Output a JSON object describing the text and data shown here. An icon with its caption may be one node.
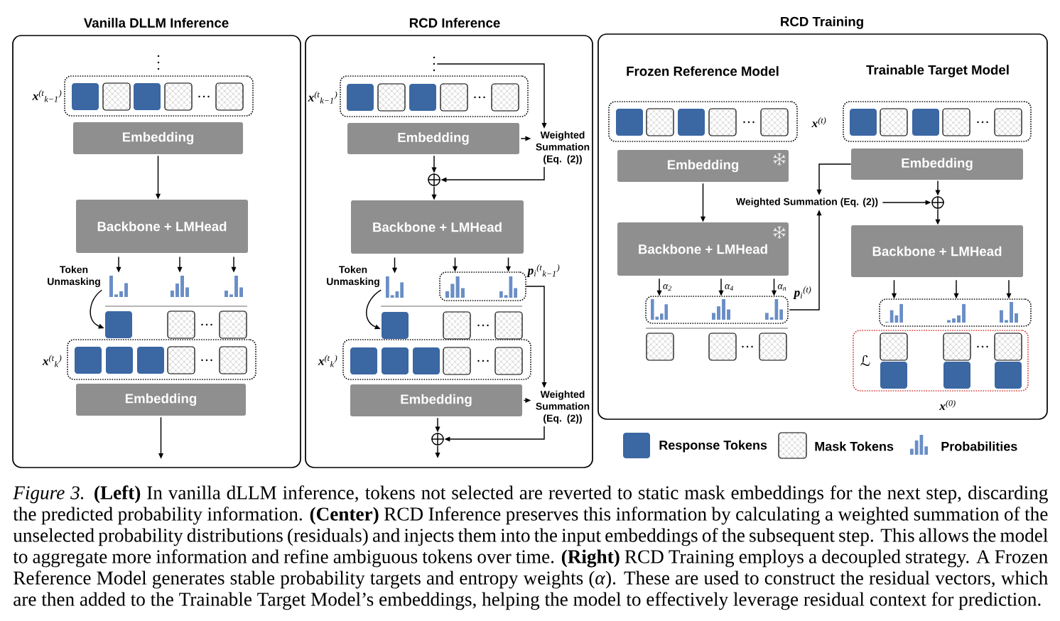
{
  "diagram": {
    "caption": "*Figure 3.* **(Left)** In vanilla dLLM inference, tokens not selected are reverted to static mask embeddings for the next step, discarding the predicted probability information. **(Center)** RCD Inference preserves this information by calculating a weighted summation of the unselected probability distributions (residuals) and injects them into the input embeddings of the subsequent step. This allows the model to aggregate more information and refine ambiguous tokens over time. **(Right)** RCD Training employs a decoupled strategy. A Frozen Reference Model generates stable probability targets and entropy weights (*α*). These are used to construct the residual vectors, which are then added to the Trainable Target Model’s embeddings, helping the model to effectively leverage residual context for prediction.",
    "nodes": [
      {
        "text": [
          "Vanilla DLLM Inference"
        ]
      },
      {
        "text": [],
        "shape": "box",
        "beside": [
          "**x**$^{(t}$$_{k−1}$$^{)}$"
        ],
        "in": 0
      },
      {
        "text": [
          "Embedding"
        ],
        "in": 0
      },
      {
        "text": [
          "Backbone + LMHead"
        ],
        "in": 0
      },
      {
        "text": [
          "Token Unmasking"
        ],
        "in": 0
      },
      {
        "text": [],
        "shape": "picture",
        "in": 0
      },
      {
        "text": [],
        "shape": "picture",
        "in": 0
      },
      {
        "text": [],
        "shape": "picture",
        "in": 0
      },
      {
        "text": [],
        "shape": "box",
        "in": 0
      },
      {
        "text": [],
        "shape": "box",
        "in": 0
      },
      {
        "text": [],
        "shape": "box",
        "in": 0
      },
      {
        "text": [],
        "shape": "box",
        "beside": [
          "**x**$^{(t}$$_{k}$$^{)}$"
        ],
        "in": 0
      },
      {
        "text": [
          "Embedding"
        ],
        "in": 0
      },
      {
        "text": [
          "RCD Inference"
        ]
      },
      {
        "text": [],
        "shape": "picture",
        "in": 13
      },
      {
        "text": [],
        "shape": "box",
        "beside": [
          "**x**$^{(t}$$_{k−1}$$^{)}$"
        ],
        "in": 13
      },
      {
        "text": [
          "Embedding"
        ],
        "in": 13
      },
      {
        "text": [
          "Weighted Summation (Eq. (2))"
        ],
        "in": 13
      },
      {
        "text": [],
        "shape": "circle",
        "in": 13
      },
      {
        "text": [
          "Backbone + LMHead"
        ],
        "in": 13
      },
      {
        "text": [
          "Token Unmasking"
        ],
        "in": 13
      },
      {
        "text": [],
        "shape": "picture",
        "in": 13
      },
      {
        "text": [],
        "shape": "box",
        "beside": [
          "**p**$_{i}$$^{(t}$$_{k−1}$$^{)}$"
        ],
        "in": 13
      },
      {
        "text": [],
        "shape": "picture",
        "in": 22
      },
      {
        "text": [],
        "shape": "picture",
        "in": 22
      },
      {
        "text": [],
        "shape": "box",
        "in": 13
      },
      {
        "text": [],
        "shape": "box",
        "in": 13
      },
      {
        "text": [],
        "shape": "box",
        "in": 13
      },
      {
        "text": [],
        "shape": "box",
        "beside": [
          "**x**$^{(t}$$_{k}$$^{)}$"
        ],
        "in": 13
      },
      {
        "text": [
          "Embedding"
        ],
        "in": 13
      },
      {
        "text": [
          "Weighted Summation (Eq. (2))"
        ],
        "in": 13
      },
      {
        "text": [],
        "shape": "circle",
        "in": 13
      },
      {
        "text": [
          "RCD Training"
        ]
      },
      {
        "text": [],
        "shape": "box",
        "in": 32
      },
      {
        "text": [],
        "shape": "box",
        "in": 32
      },
      {
        "text": [
          "Embedding"
        ],
        "in": 32
      },
      {
        "text": [
          "Embedding"
        ],
        "in": 32
      },
      {
        "text": [
          "Backbone + LMHead"
        ],
        "in": 32
      },
      {
        "text": [
          "Weighted Summation (Eq. (2))"
        ],
        "in": 32
      },
      {
        "text": [],
        "shape": "circle",
        "in": 32
      },
      {
        "text": [
          "Backbone + LMHead"
        ],
        "in": 32
      },
      {
        "text": [],
        "shape": "box",
        "beside": [
          "**p**$_{i}$$^{(t)}$"
        ],
        "in": 32
      },
      {
        "text": [],
        "shape": "picture",
        "in": 41
      },
      {
        "text": [],
        "shape": "picture",
        "in": 41
      },
      {
        "text": [],
        "shape": "picture",
        "in": 41
      },
      {
        "text": [],
        "shape": "box",
        "in": 32
      },
      {
        "text": [],
        "shape": "picture",
        "in": 45
      },
      {
        "text": [],
        "shape": "picture",
        "in": 45
      },
      {
        "text": [],
        "shape": "picture",
        "in": 45
      },
      {
        "text": [],
        "shape": "box",
        "in": 32
      },
      {
        "text": [],
        "shape": "box",
        "in": 32
      },
      {
        "text": [],
        "shape": "box",
        "in": 32
      },
      {
        "text": [
          "ℒ"
        ],
        "beside": [
          "**x**$^{(0)}$"
        ],
        "in": 32
      }
    ],
    "edges": [
      {
        "from": 2,
        "to": 3,
        "arrow": "to"
      },
      {
        "from": 3,
        "to": 5,
        "arrow": "to"
      },
      {
        "from": 3,
        "to": 6,
        "arrow": "to"
      },
      {
        "from": 3,
        "to": 7,
        "arrow": "to"
      },
      {
        "from": 4,
        "to": 8,
        "arrow": "to"
      },
      {
        "from": 12,
        "to": null,
        "arrow": "to"
      },
      {
        "from": 14,
        "to": 17,
        "arrow": "to"
      },
      {
        "from": 16,
        "to": 17,
        "arrow": "to"
      },
      {
        "from": 16,
        "to": 18,
        "arrow": "to"
      },
      {
        "from": 17,
        "to": 18,
        "arrow": "to"
      },
      {
        "from": 18,
        "to": 19,
        "arrow": "to"
      },
      {
        "from": 19,
        "to": 21,
        "arrow": "to"
      },
      {
        "from": 19,
        "to": 23,
        "arrow": "to"
      },
      {
        "from": 19,
        "to": 24,
        "arrow": "to"
      },
      {
        "from": 20,
        "to": 25,
        "arrow": "to"
      },
      {
        "from": 22,
        "to": 30,
        "arrow": "to"
      },
      {
        "from": 29,
        "to": 30,
        "arrow": "to"
      },
      {
        "from": 29,
        "to": 31,
        "arrow": "to"
      },
      {
        "from": 30,
        "to": 31,
        "arrow": "to"
      },
      {
        "from": 31,
        "to": null,
        "arrow": "to"
      },
      {
        "from": 35,
        "to": 37,
        "arrow": "to"
      },
      {
        "from": 36,
        "to": 38,
        "arrow": "to"
      },
      {
        "from": 36,
        "to": 39,
        "arrow": "to"
      },
      {
        "from": 38,
        "to": 39,
        "arrow": "to"
      },
      {
        "from": 39,
        "to": 40,
        "arrow": "to"
      },
      {
        "from": 41,
        "to": 38,
        "arrow": "to"
      },
      {
        "from": 37,
        "to": 42,
        "arrow": "to",
        "label": "α$_{2}$"
      },
      {
        "from": 37,
        "to": 43,
        "arrow": "to",
        "label": "α$_{4}$"
      },
      {
        "from": 37,
        "to": 44,
        "arrow": "to",
        "label": "α$_{n}$"
      },
      {
        "from": 40,
        "to": 46,
        "arrow": "to"
      },
      {
        "from": 40,
        "to": 47,
        "arrow": "to"
      },
      {
        "from": 40,
        "to": 48,
        "arrow": "to"
      }
    ],
    "labels": [
      "Frozen Reference Model",
      "Trainable Target Model",
      "**x**$^{(t)}$"
    ],
    "legend": [
      {
        "text": "Response Tokens",
        "color": "#3b67a3"
      },
      {
        "text": "Mask Tokens"
      },
      {
        "text": "Probabilities"
      }
    ]
  }
}
